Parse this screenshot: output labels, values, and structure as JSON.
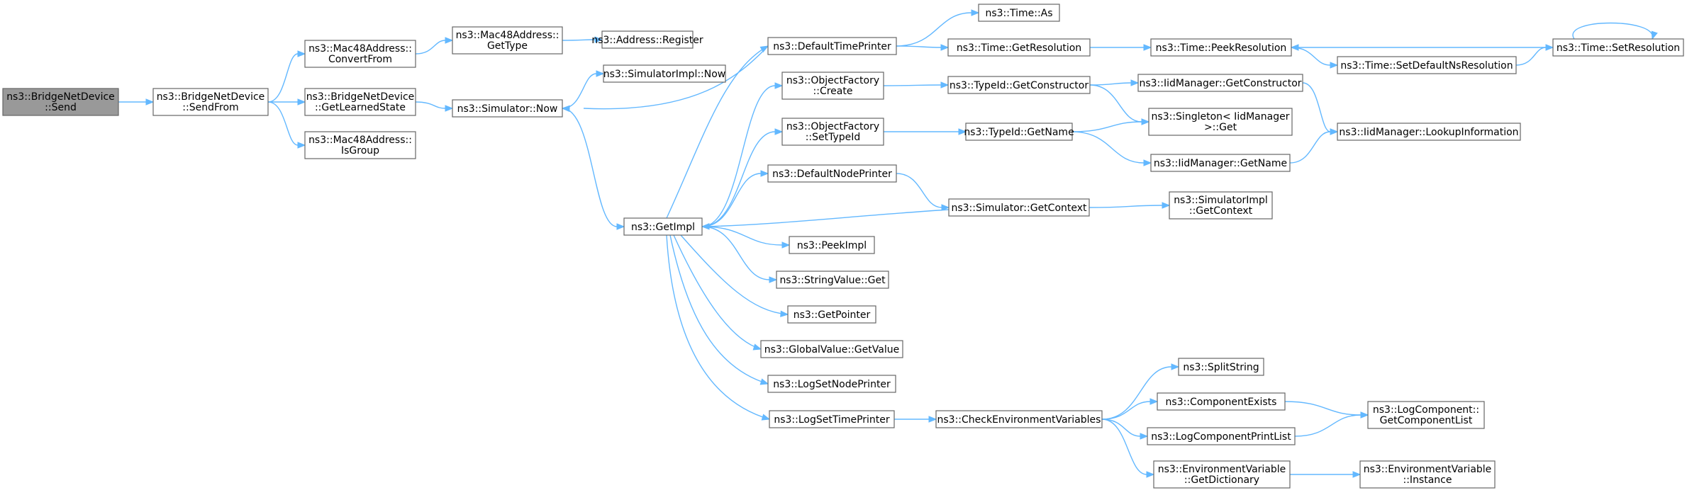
{
  "graph": {
    "nodes": [
      {
        "id": "n0",
        "lines": [
          "ns3::BridgeNetDevice",
          "::Send"
        ],
        "root": true
      },
      {
        "id": "n1",
        "lines": [
          "ns3::BridgeNetDevice",
          "::SendFrom"
        ]
      },
      {
        "id": "n2",
        "lines": [
          "ns3::Mac48Address::",
          "ConvertFrom"
        ]
      },
      {
        "id": "n3",
        "lines": [
          "ns3::BridgeNetDevice",
          "::GetLearnedState"
        ]
      },
      {
        "id": "n4",
        "lines": [
          "ns3::Mac48Address::",
          "IsGroup"
        ]
      },
      {
        "id": "n5",
        "lines": [
          "ns3::Mac48Address::",
          "GetType"
        ]
      },
      {
        "id": "n6",
        "lines": [
          "ns3::Address::Register"
        ]
      },
      {
        "id": "n7",
        "lines": [
          "ns3::Simulator::Now"
        ]
      },
      {
        "id": "n8",
        "lines": [
          "ns3::SimulatorImpl::Now"
        ]
      },
      {
        "id": "n9",
        "lines": [
          "ns3::GetImpl"
        ]
      },
      {
        "id": "n10",
        "lines": [
          "ns3::DefaultTimePrinter"
        ]
      },
      {
        "id": "n11",
        "lines": [
          "ns3::ObjectFactory",
          "::Create"
        ]
      },
      {
        "id": "n12",
        "lines": [
          "ns3::ObjectFactory",
          "::SetTypeId"
        ]
      },
      {
        "id": "n13",
        "lines": [
          "ns3::DefaultNodePrinter"
        ]
      },
      {
        "id": "n14",
        "lines": [
          "ns3::PeekImpl"
        ]
      },
      {
        "id": "n15",
        "lines": [
          "ns3::StringValue::Get"
        ]
      },
      {
        "id": "n16",
        "lines": [
          "ns3::GetPointer"
        ]
      },
      {
        "id": "n17",
        "lines": [
          "ns3::GlobalValue::GetValue"
        ]
      },
      {
        "id": "n18",
        "lines": [
          "ns3::LogSetNodePrinter"
        ]
      },
      {
        "id": "n19",
        "lines": [
          "ns3::LogSetTimePrinter"
        ]
      },
      {
        "id": "n20",
        "lines": [
          "ns3::Time::As"
        ]
      },
      {
        "id": "n21",
        "lines": [
          "ns3::Time::GetResolution"
        ]
      },
      {
        "id": "n22",
        "lines": [
          "ns3::TypeId::GetConstructor"
        ]
      },
      {
        "id": "n23",
        "lines": [
          "ns3::TypeId::GetName"
        ]
      },
      {
        "id": "n24",
        "lines": [
          "ns3::Simulator::GetContext"
        ]
      },
      {
        "id": "n25",
        "lines": [
          "ns3::CheckEnvironmentVariables"
        ]
      },
      {
        "id": "n26",
        "lines": [
          "ns3::Time::PeekResolution"
        ]
      },
      {
        "id": "n27",
        "lines": [
          "ns3::IidManager::GetConstructor"
        ]
      },
      {
        "id": "n28",
        "lines": [
          "ns3::Singleton< IidManager",
          ">::Get"
        ]
      },
      {
        "id": "n29",
        "lines": [
          "ns3::IidManager::GetName"
        ]
      },
      {
        "id": "n30",
        "lines": [
          "ns3::SimulatorImpl",
          "::GetContext"
        ]
      },
      {
        "id": "n31",
        "lines": [
          "ns3::SplitString"
        ]
      },
      {
        "id": "n32",
        "lines": [
          "ns3::ComponentExists"
        ]
      },
      {
        "id": "n33",
        "lines": [
          "ns3::LogComponentPrintList"
        ]
      },
      {
        "id": "n34",
        "lines": [
          "ns3::EnvironmentVariable",
          "::GetDictionary"
        ]
      },
      {
        "id": "n35",
        "lines": [
          "ns3::Time::SetDefaultNsResolution"
        ]
      },
      {
        "id": "n36",
        "lines": [
          "ns3::Time::SetResolution"
        ]
      },
      {
        "id": "n37",
        "lines": [
          "ns3::IidManager::LookupInformation"
        ]
      },
      {
        "id": "n38",
        "lines": [
          "ns3::LogComponent::",
          "GetComponentList"
        ]
      },
      {
        "id": "n39",
        "lines": [
          "ns3::EnvironmentVariable",
          "::Instance"
        ]
      }
    ],
    "edges": [
      [
        "n0",
        "n1"
      ],
      [
        "n1",
        "n2"
      ],
      [
        "n1",
        "n3"
      ],
      [
        "n1",
        "n4"
      ],
      [
        "n2",
        "n5"
      ],
      [
        "n5",
        "n6"
      ],
      [
        "n3",
        "n7"
      ],
      [
        "n7",
        "n8"
      ],
      [
        "n7",
        "n9"
      ],
      [
        "n9",
        "n10"
      ],
      [
        "n9",
        "n11"
      ],
      [
        "n9",
        "n12"
      ],
      [
        "n9",
        "n13"
      ],
      [
        "n9",
        "n14"
      ],
      [
        "n9",
        "n15"
      ],
      [
        "n9",
        "n16"
      ],
      [
        "n9",
        "n17"
      ],
      [
        "n9",
        "n18"
      ],
      [
        "n9",
        "n19"
      ],
      [
        "n10",
        "n7"
      ],
      [
        "n10",
        "n20"
      ],
      [
        "n10",
        "n21"
      ],
      [
        "n11",
        "n22"
      ],
      [
        "n12",
        "n23"
      ],
      [
        "n13",
        "n24"
      ],
      [
        "n24",
        "n9"
      ],
      [
        "n24",
        "n30"
      ],
      [
        "n19",
        "n25"
      ],
      [
        "n21",
        "n26"
      ],
      [
        "n26",
        "n35"
      ],
      [
        "n35",
        "n36"
      ],
      [
        "n36",
        "n26"
      ],
      [
        "n36",
        "n36"
      ],
      [
        "n22",
        "n27"
      ],
      [
        "n22",
        "n28"
      ],
      [
        "n23",
        "n28"
      ],
      [
        "n23",
        "n29"
      ],
      [
        "n27",
        "n37"
      ],
      [
        "n29",
        "n37"
      ],
      [
        "n25",
        "n31"
      ],
      [
        "n25",
        "n32"
      ],
      [
        "n25",
        "n33"
      ],
      [
        "n25",
        "n34"
      ],
      [
        "n32",
        "n38"
      ],
      [
        "n33",
        "n38"
      ],
      [
        "n34",
        "n39"
      ]
    ]
  }
}
